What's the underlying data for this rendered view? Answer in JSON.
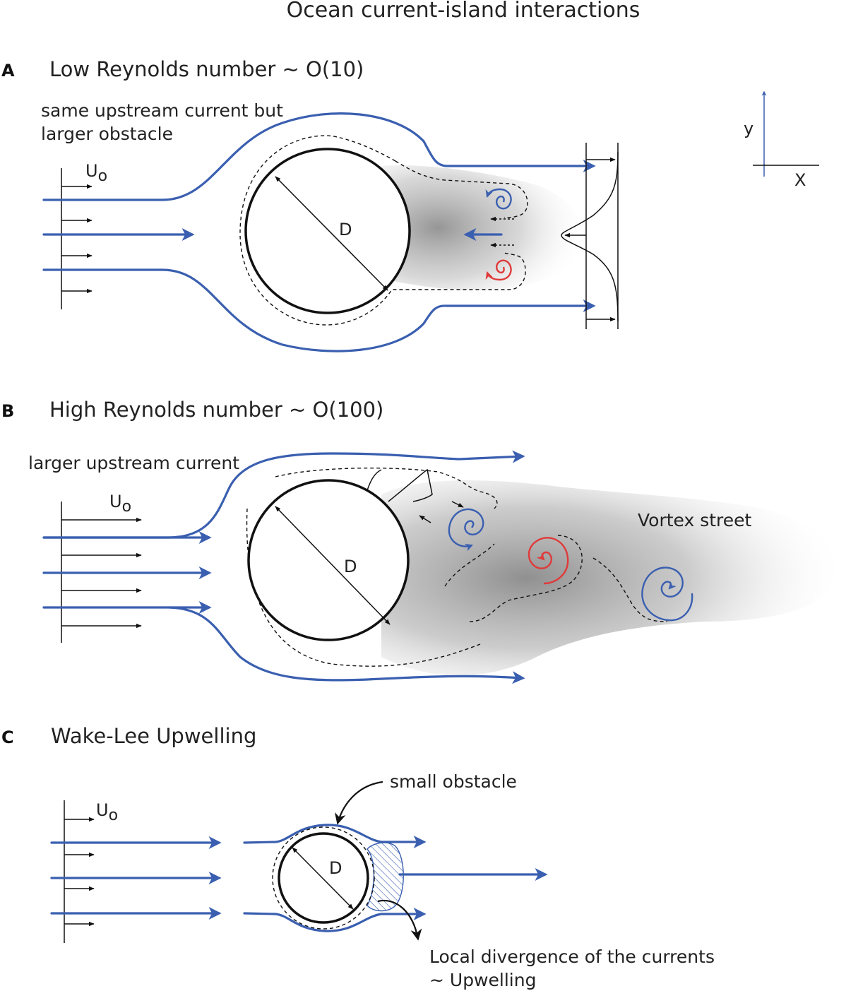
{
  "figure": {
    "title": "Ocean current-island interactions"
  },
  "panels": [
    {
      "letter": "A",
      "title": "Low Reynolds number ~ O(10)",
      "note_line1": "same upstream current but",
      "note_line2": "larger obstacle",
      "velocity_label": "U",
      "velocity_sub": "o",
      "diameter_label": "D"
    },
    {
      "letter": "B",
      "title": "High Reynolds number ~ O(100)",
      "note_line1": "larger upstream current",
      "velocity_label": "U",
      "velocity_sub": "o",
      "diameter_label": "D",
      "wake_label": "Vortex street"
    },
    {
      "letter": "C",
      "title": "Wake-Lee Upwelling",
      "velocity_label": "U",
      "velocity_sub": "o",
      "diameter_label": "D",
      "obstacle_label": "small obstacle",
      "divergence_line1": "Local divergence of the currents",
      "divergence_line2": "~ Upwelling"
    }
  ],
  "axes": {
    "x_label": "X",
    "y_label": "y"
  },
  "colors": {
    "streamline": "#3a5fb0",
    "cyclonic_vortex": "#3a5fb0",
    "anticyclonic_vortex": "#e03a3a",
    "wake_shading": "#8a8a8a"
  }
}
